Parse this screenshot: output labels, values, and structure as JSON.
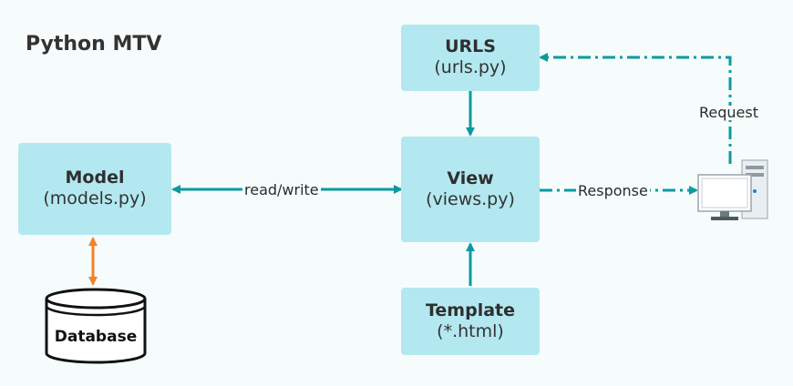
{
  "title": "Python MTV",
  "boxes": {
    "urls": {
      "name": "URLS",
      "file": "(urls.py)"
    },
    "model": {
      "name": "Model",
      "file": "(models.py)"
    },
    "view": {
      "name": "View",
      "file": "(views.py)"
    },
    "template": {
      "name": "Template",
      "file": "(*.html)"
    }
  },
  "database": "Database",
  "edges": {
    "model_view": "read/write",
    "view_client": "Response",
    "client_urls": "Request"
  },
  "icons": {
    "client": "desktop-computer-icon",
    "database": "database-cylinder-icon"
  },
  "colors": {
    "box": "#b3e8f0",
    "arrow": "#0b9aa0",
    "db_arrow": "#f0822b"
  }
}
